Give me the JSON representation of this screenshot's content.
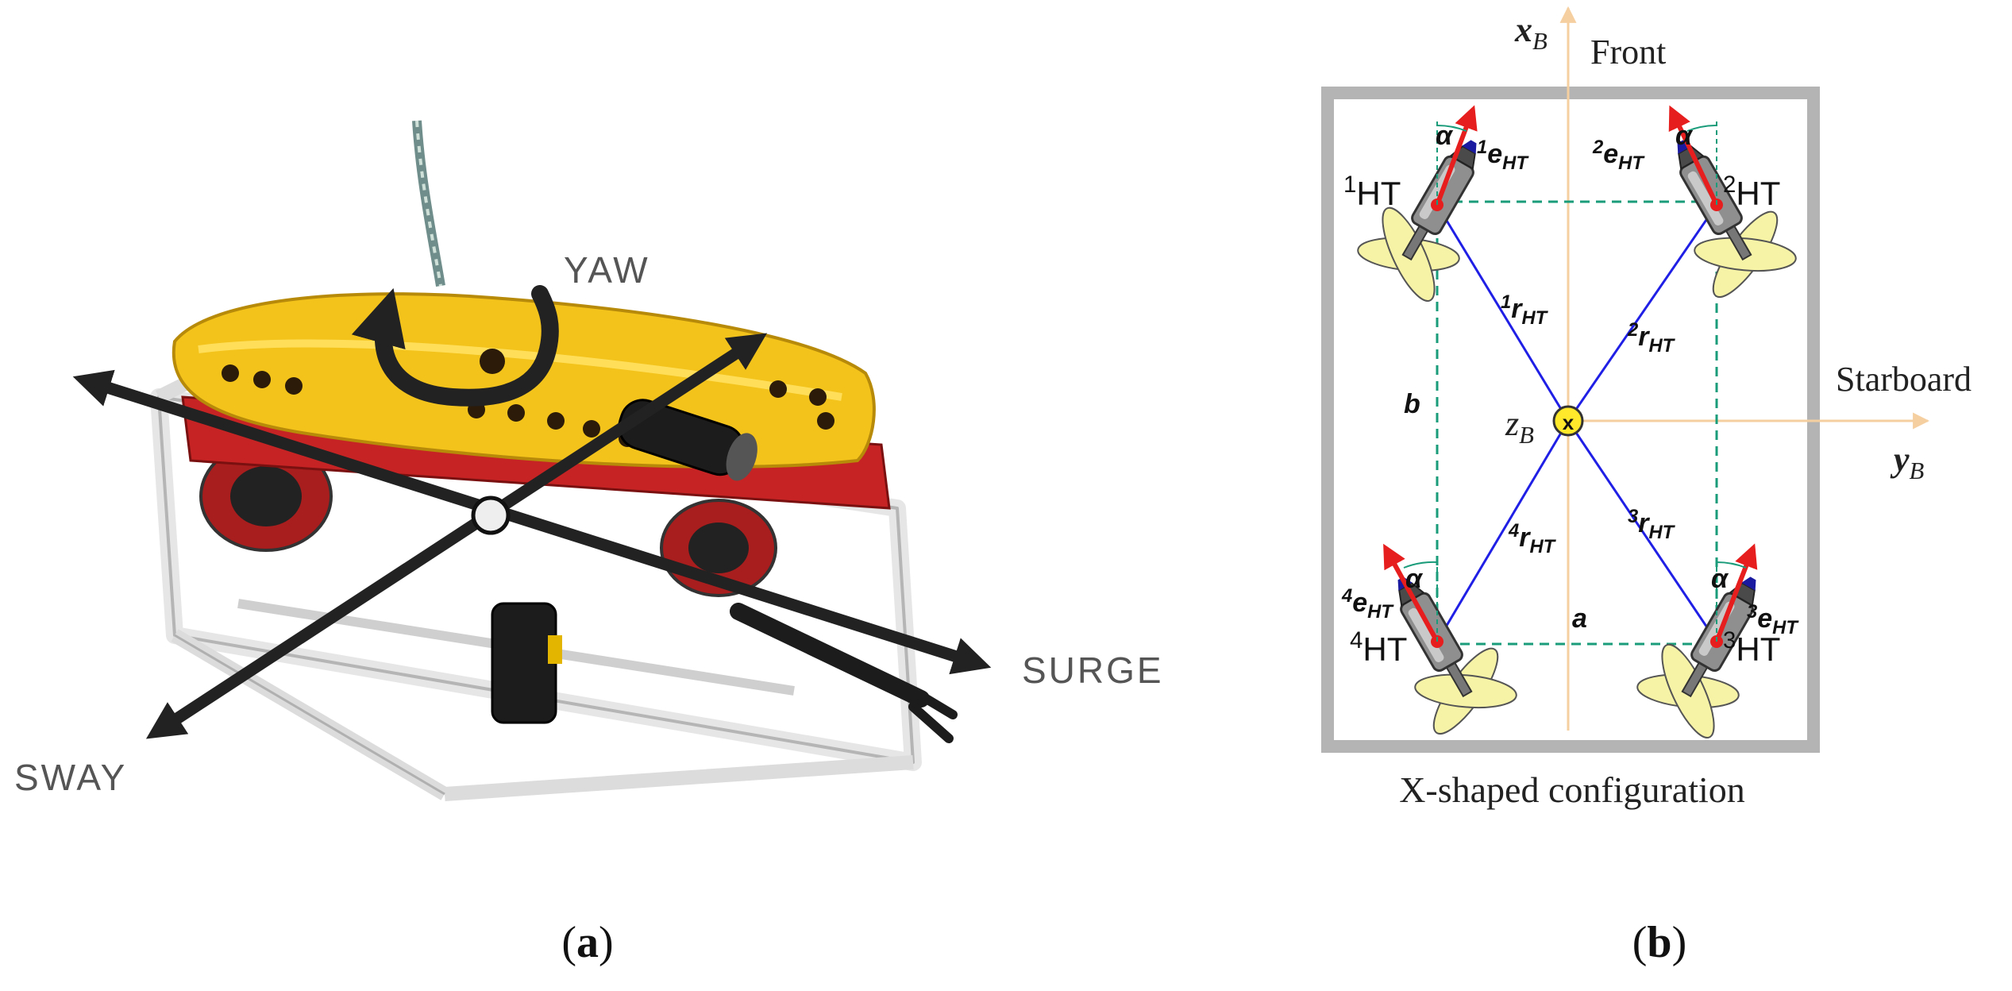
{
  "panel_a": {
    "caption_open": "(",
    "caption_letter": "a",
    "caption_close": ")",
    "labels": {
      "yaw": "YAW",
      "surge": "SURGE",
      "sway": "SWAY"
    }
  },
  "panel_b": {
    "caption_open": "(",
    "caption_letter": "b",
    "caption_close": ")",
    "title": "X-shaped configuration",
    "axes": {
      "x_main": "x",
      "x_sub": "B",
      "y_main": "y",
      "y_sub": "B",
      "z_main": "z",
      "z_sub": "B",
      "front": "Front",
      "starboard": "Starboard",
      "center_mark": "x"
    },
    "dims": {
      "a": "a",
      "b": "b"
    },
    "alpha": "α",
    "thrusters": [
      {
        "pre": "1",
        "name": "HT",
        "e_pre": "1",
        "e_main": "e",
        "e_sub": "HT",
        "r_pre": "1",
        "r_main": "r",
        "r_sub": "HT"
      },
      {
        "pre": "2",
        "name": "HT",
        "e_pre": "2",
        "e_main": "e",
        "e_sub": "HT",
        "r_pre": "2",
        "r_main": "r",
        "r_sub": "HT"
      },
      {
        "pre": "3",
        "name": "HT",
        "e_pre": "3",
        "e_main": "e",
        "e_sub": "HT",
        "r_pre": "3",
        "r_main": "r",
        "r_sub": "HT"
      },
      {
        "pre": "4",
        "name": "HT",
        "e_pre": "4",
        "e_main": "e",
        "e_sub": "HT",
        "r_pre": "4",
        "r_main": "r",
        "r_sub": "HT"
      }
    ]
  },
  "colors": {
    "frame_gray": "#b4b4b4",
    "axis_orange": "#f6cfa0",
    "position_blue": "#1f1fe6",
    "thrust_red": "#e61e1e",
    "dashed_green": "#1a9c7a",
    "propeller_yellow": "#f6f3a6",
    "center_yellow": "#ffe92a",
    "rov_yellow": "#f3c31b",
    "rov_red": "#c62424",
    "motion_arrow": "#222222"
  }
}
